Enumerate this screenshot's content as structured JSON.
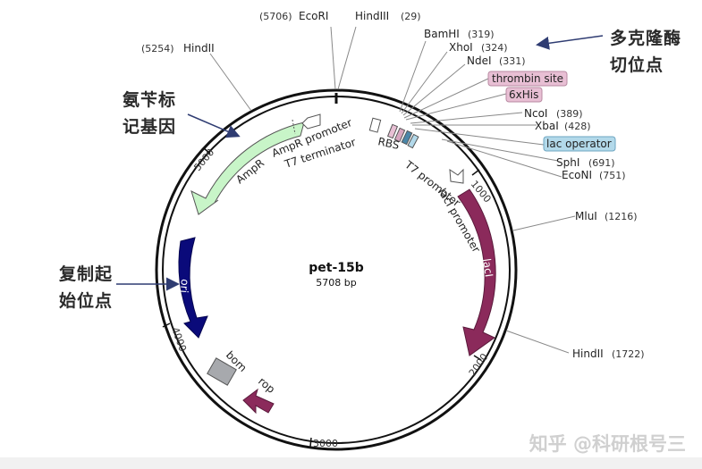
{
  "plasmid": {
    "name": "pet-15b",
    "size": "5708 bp"
  },
  "scale_ticks": [
    "1000",
    "2000",
    "3000",
    "4000",
    "5000"
  ],
  "sites": {
    "ecori": {
      "pos": "(5706)",
      "name": "EcoRI"
    },
    "hindiii": {
      "name": "HindIII",
      "pos": "(29)"
    },
    "hindii_top": {
      "pos": "(5254)",
      "name": "HindII"
    },
    "bamhi": {
      "name": "BamHI",
      "pos": "(319)"
    },
    "xhoi": {
      "name": "XhoI",
      "pos": "(324)"
    },
    "ndei": {
      "name": "NdeI",
      "pos": "(331)"
    },
    "ncoi": {
      "name": "NcoI",
      "pos": "(389)"
    },
    "xbai": {
      "name": "XbaI",
      "pos": "(428)"
    },
    "sphi": {
      "name": "SphI",
      "pos": "(691)"
    },
    "econi": {
      "name": "EcoNI",
      "pos": "(751)"
    },
    "mlui": {
      "name": "MluI",
      "pos": "(1216)"
    },
    "hindii_bottom": {
      "name": "HindII",
      "pos": "(1722)"
    }
  },
  "tags": {
    "thrombin": "thrombin site",
    "his": "6xHis",
    "lac_operator": "lac operator"
  },
  "features": {
    "ampr": "AmpR",
    "ampr_promoter": "AmpR promoter",
    "t7_terminator": "T7 terminator",
    "rbs": "RBS",
    "t7_promoter": "T7 promoter",
    "laci_promoter": "lacI promoter",
    "laci": "lacI",
    "ori": "ori",
    "bom": "bom",
    "rop": "rop"
  },
  "annotations": {
    "mcs": "多克隆酶\n切位点",
    "amp_marker": "氨苄标\n记基因",
    "ori_label": "复制起\n始位点"
  },
  "watermark": "知乎 @科研根号三",
  "colors": {
    "ampr": "#c8f5c8",
    "laci": "#8b2a5b",
    "ori": "#0a0a7a",
    "rop": "#8b2a5b",
    "bom": "#a7a9ad",
    "thrombin_bg": "#e8bfd4",
    "lac_operator_bg": "#b3d9ea",
    "arrow": "#2f3c72"
  }
}
